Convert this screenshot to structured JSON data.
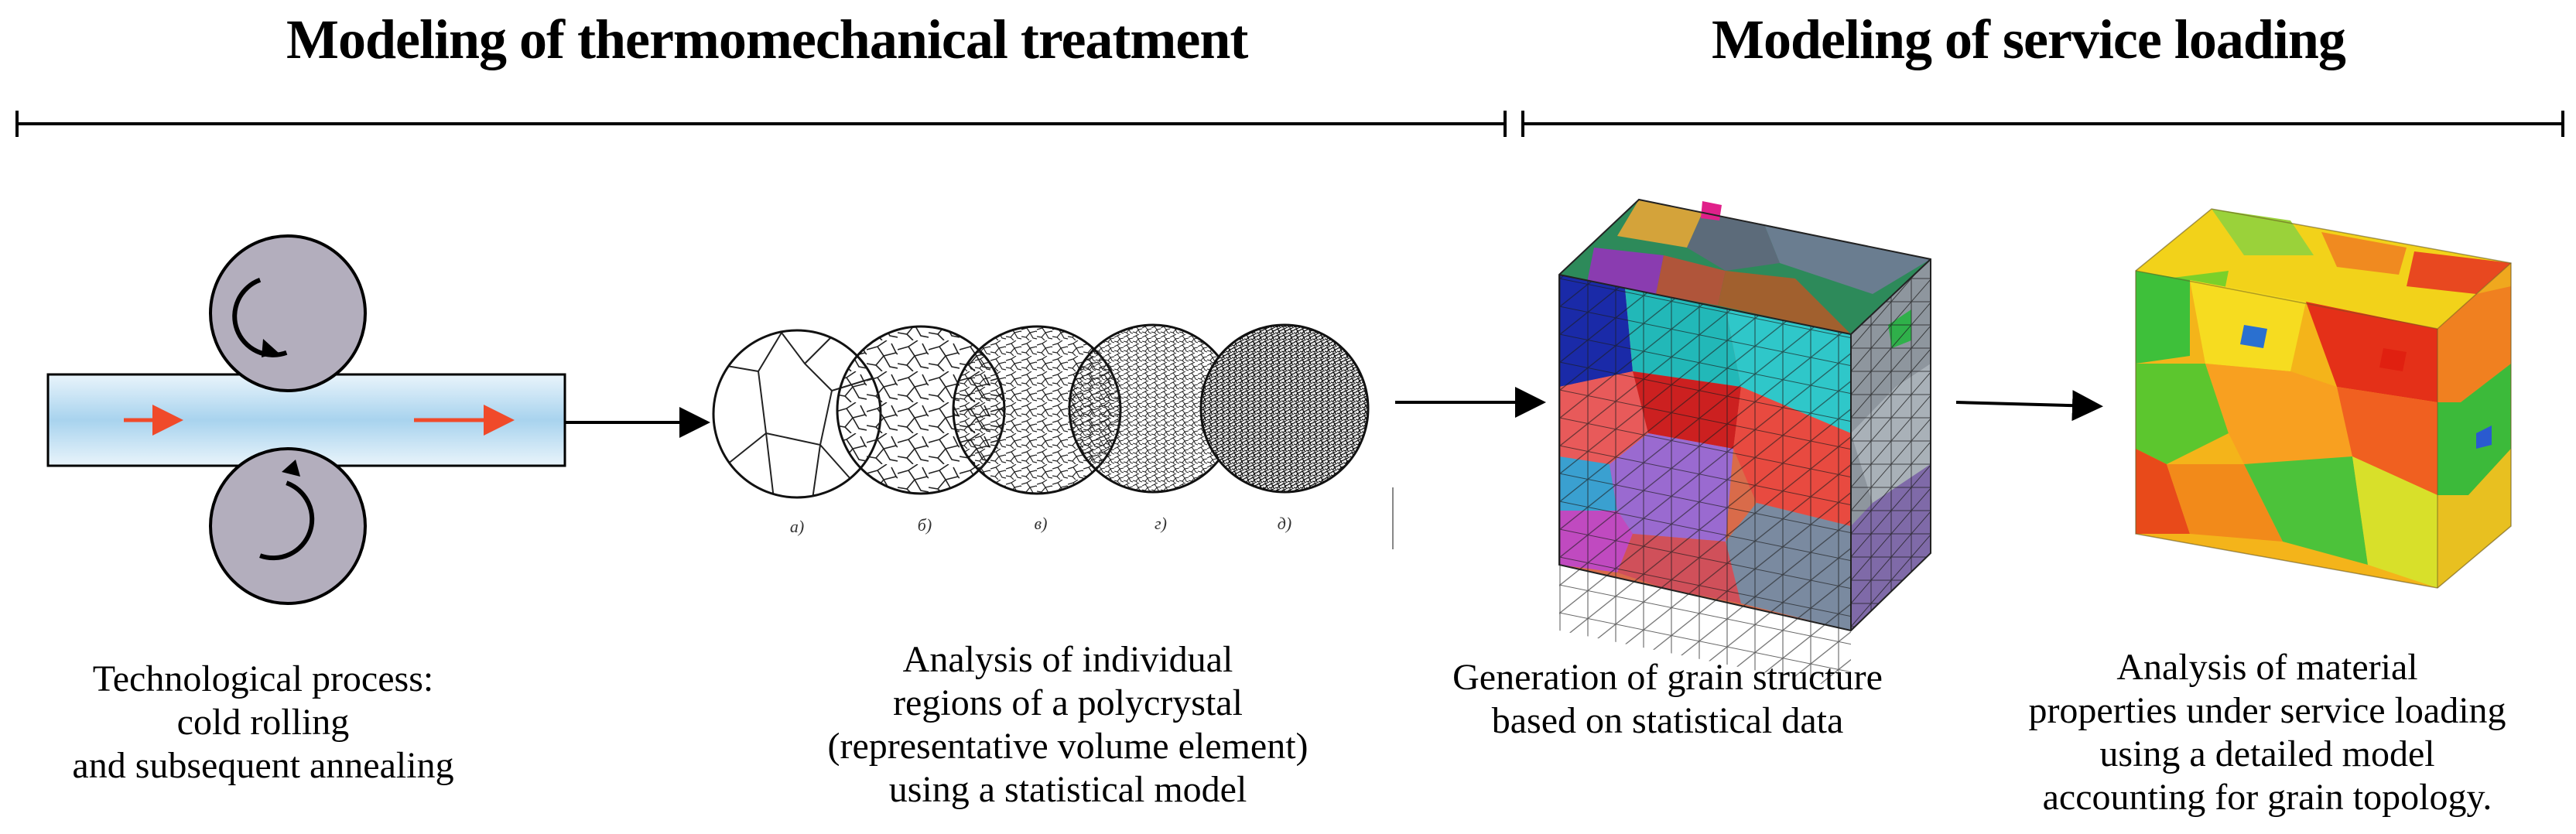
{
  "headings": {
    "thermomechanical": "Modeling of thermomechanical treatment",
    "service": "Modeling of service loading"
  },
  "captions": {
    "process": [
      "Technological process:",
      "cold rolling",
      "and subsequent annealing"
    ],
    "rve": [
      "Analysis of individual",
      "regions of a polycrystal",
      "(representative volume element)",
      "using a statistical model"
    ],
    "generation": [
      "Generation of grain structure",
      "based on statistical data"
    ],
    "service_analysis": [
      "Analysis of material",
      "properties under service loading",
      "using a detailed model",
      "accounting for grain topology."
    ]
  },
  "micro_labels": [
    "а)",
    "б)",
    "в)",
    "г)",
    "д)"
  ],
  "icons": {
    "rollers": "rolling-mill-icon",
    "micrographs": "grain-micrograph-series",
    "cube_mesh": "grain-mesh-cube",
    "cube_field": "stress-field-cube"
  },
  "colors": {
    "roller": "#b3aebd",
    "strip": "#bfe0f2",
    "flow_arrow": "#f04a2a",
    "bracket": "#000000"
  }
}
